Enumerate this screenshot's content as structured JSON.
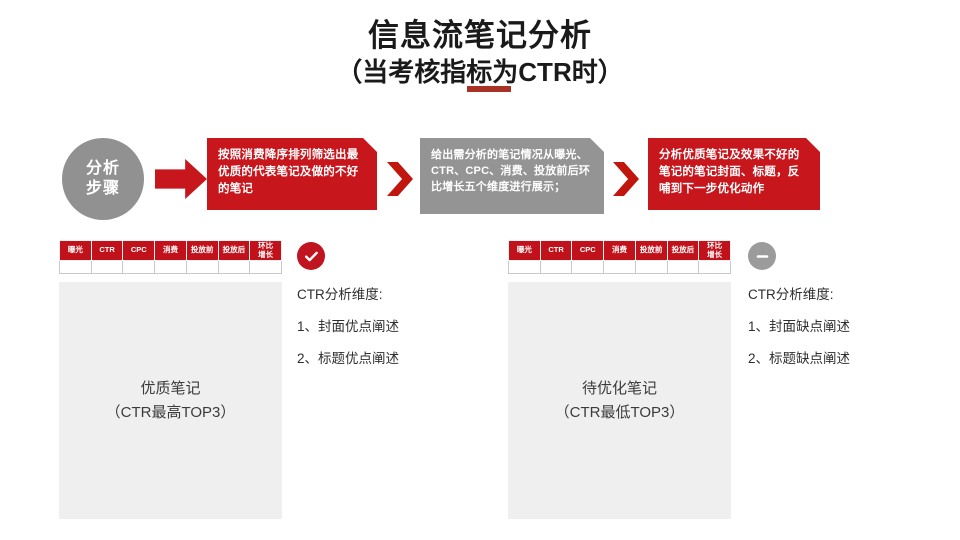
{
  "title": {
    "main": "信息流笔记分析",
    "sub": "（当考核指标为CTR时）"
  },
  "colors": {
    "brand_red": "#c8161d",
    "underline_red": "#a83224",
    "gray": "#919191",
    "panel_gray": "#efefef"
  },
  "flow": {
    "step_label_line1": "分析",
    "step_label_line2": "步骤",
    "boxes": [
      {
        "text": "按照消费降序排列筛选出最优质的代表笔记及做的不好的笔记",
        "color": "red"
      },
      {
        "text": "给出需分析的笔记情况从曝光、CTR、CPC、消费、投放前后环比增长五个维度进行展示；",
        "color": "gray"
      },
      {
        "text": "分析优质笔记及效果不好的笔记的笔记封面、标题，反哺到下一步优化动作",
        "color": "red"
      }
    ]
  },
  "table": {
    "headers": [
      "曝光",
      "CTR",
      "CPC",
      "消费",
      "投放前",
      "投放后",
      "环比增长"
    ],
    "header_last_line1": "环比",
    "header_last_line2": "增长",
    "row_values": [
      "",
      "",
      "",
      "",
      "",
      "",
      ""
    ]
  },
  "panels": [
    {
      "caption_line1": "优质笔记",
      "caption_line2": "（CTR最高TOP3）"
    },
    {
      "caption_line1": "待优化笔记",
      "caption_line2": "（CTR最低TOP3）"
    }
  ],
  "notes": [
    {
      "badge": "check-icon",
      "heading": "CTR分析维度:",
      "items": [
        "1、封面优点阐述",
        "2、标题优点阐述"
      ]
    },
    {
      "badge": "minus-icon",
      "heading": "CTR分析维度:",
      "items": [
        "1、封面缺点阐述",
        "2、标题缺点阐述"
      ]
    }
  ]
}
